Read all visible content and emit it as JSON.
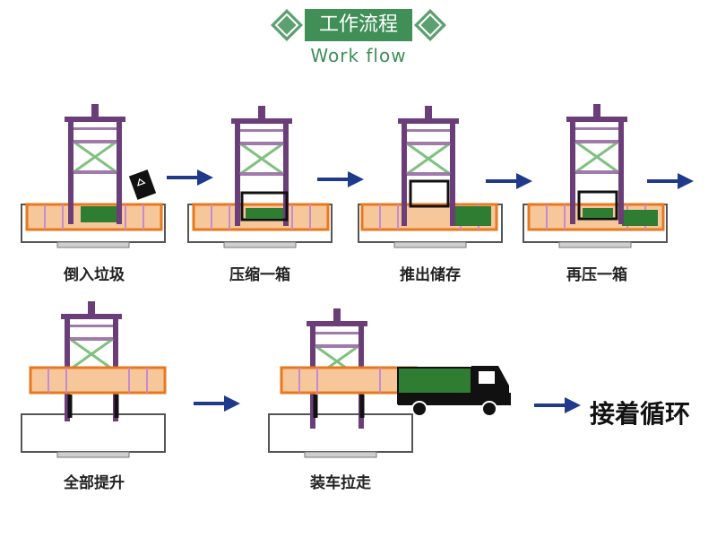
{
  "header": {
    "title": "工作流程",
    "subtitle": "Work flow"
  },
  "steps": [
    {
      "label": "倒入垃圾"
    },
    {
      "label": "压缩一箱"
    },
    {
      "label": "推出储存"
    },
    {
      "label": "再压一箱"
    },
    {
      "label": "全部提升"
    },
    {
      "label": "装车拉走"
    }
  ],
  "loop_text": "接着循环",
  "colors": {
    "accent_green": "#3f8f57",
    "arrow_blue": "#1f3a8a",
    "frame_purple": "#8a5a9a",
    "container_orange": "#e8781e",
    "waste_green": "#2e7d32"
  }
}
